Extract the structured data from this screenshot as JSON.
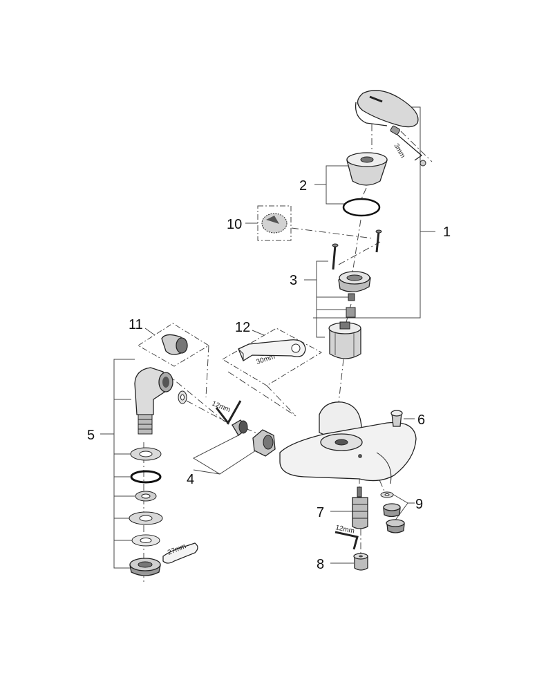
{
  "callouts": {
    "c1": "1",
    "c2": "2",
    "c3": "3",
    "c4": "4",
    "c5": "5",
    "c6": "6",
    "c7": "7",
    "c8": "8",
    "c9": "9",
    "c10": "10",
    "c11": "11",
    "c12": "12"
  },
  "tool_labels": {
    "allen_key_3": "3mm",
    "allen_key_12_left": "12mm",
    "wrench_30": "30mm",
    "allen_key_12_bottom": "12mm",
    "wrench_27": "27mm"
  },
  "colors": {
    "line": "#444444",
    "part_light": "#e6e6e6",
    "part_mid": "#c8c8c8",
    "part_dark": "#888888",
    "oring": "#111111"
  }
}
